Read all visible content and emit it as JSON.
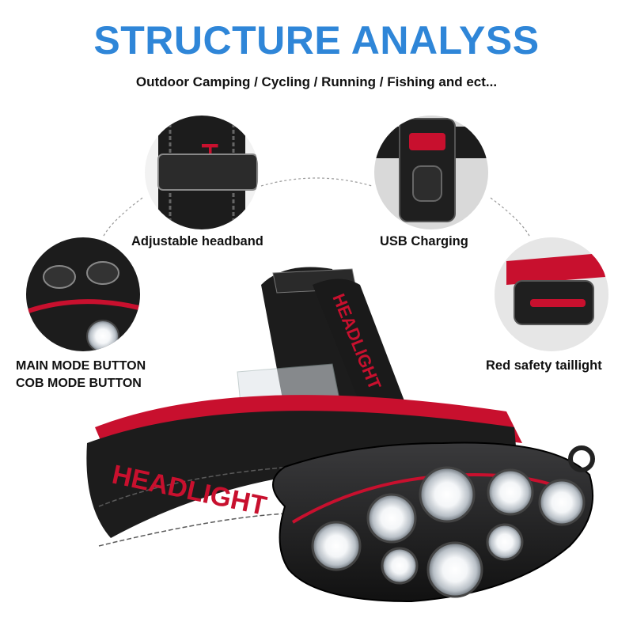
{
  "header": {
    "title": "STRUCTURE ANALYSS",
    "subtitle": "Outdoor Camping / Cycling / Running / Fishing and ect..."
  },
  "callouts": {
    "headband": "Adjustable headband",
    "usb": "USB Charging",
    "mode_buttons": [
      "MAIN MODE BUTTON",
      "COB MODE BUTTON"
    ],
    "taillight": "Red safety taillight"
  },
  "product": {
    "strap_print": "HEADLIGHT",
    "led_count": 8
  },
  "colors": {
    "title_blue": "#2f86d8",
    "strap_black": "#1c1c1c",
    "accent_red": "#c8102e",
    "led_white": "#ffffff"
  }
}
